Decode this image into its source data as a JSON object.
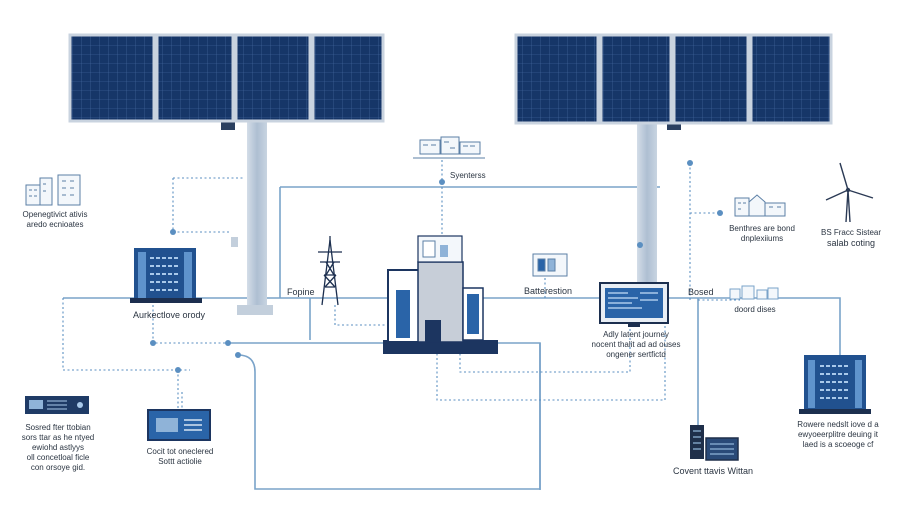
{
  "labels": {
    "top_left_buildings": [
      "Openegtivict ativis",
      "aredo ecnioates"
    ],
    "systems": "Syenterss",
    "architecture": "Aurkectlove orody",
    "fopine": "Fopine",
    "batteries": "Batterestion",
    "bosed": "Bosed",
    "right_top": [
      "Benthres are bond",
      "dnplexiiums"
    ],
    "right_wind": [
      "BS Fracc Sistear"
    ],
    "right_wind_bold": "salab coting",
    "doord_dises": "doord dises",
    "monitor_caption": [
      "Adly latent journey",
      "nocent thalit ad ad ouses",
      "ongener sertfictd"
    ],
    "bottom_left_device": [
      "Sosred fter ttobian",
      "sors ttar as he ntyed",
      "ewiohd astlyys",
      "oll concetloal ficle",
      "con orsoye gid."
    ],
    "bottom_middle_device": [
      "Cocit tot oneclered",
      "Sottt actiolie"
    ],
    "bottom_right_server": "Covent ttavis Wittan",
    "right_building": [
      "Rowere nedslt iove d a",
      "ewyoeerplitre deuing it",
      "laed is a scoeoge cf"
    ]
  },
  "colors": {
    "panel_dark": "#1a3a6e",
    "panel_frame": "#c9d3df",
    "line_blue": "#7fa8cc",
    "line_dotted": "#5b8fc1",
    "pillar": "#b9c8d8",
    "building": "#24508c"
  }
}
